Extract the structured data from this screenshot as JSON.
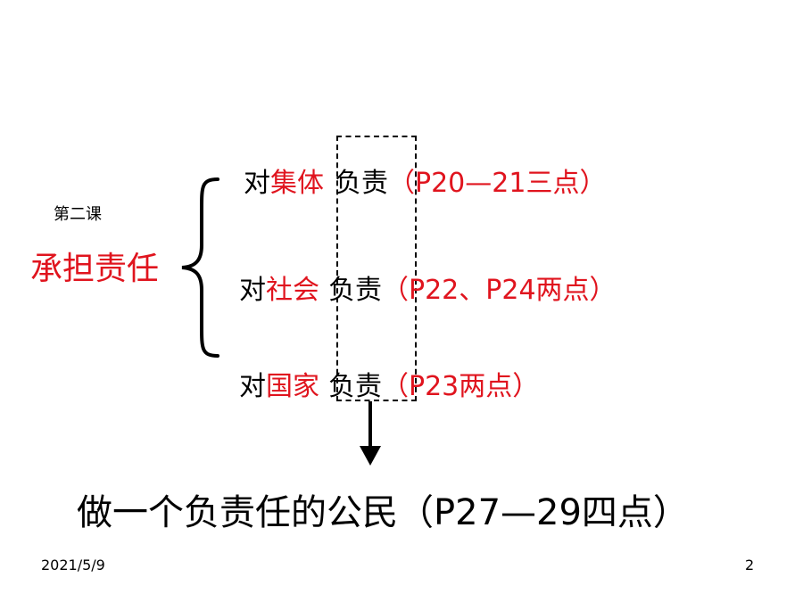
{
  "slide": {
    "lesson": "第二课",
    "topic": "承担责任",
    "rows": [
      {
        "prefix": "对",
        "target": "集体",
        "verb": "负责",
        "ref": "（P20—21三点）"
      },
      {
        "prefix": "对",
        "target": "社会",
        "verb": "负责",
        "ref": "（P22、P24两点）"
      },
      {
        "prefix": "对",
        "target": "国家",
        "verb": "负责",
        "ref": "（P23两点）"
      }
    ],
    "conclusion": "做一个负责任的公民（P27—29四点）"
  },
  "footer": {
    "date": "2021/5/9",
    "page": "2"
  },
  "colors": {
    "accent": "#e0141e",
    "text": "#000000"
  }
}
